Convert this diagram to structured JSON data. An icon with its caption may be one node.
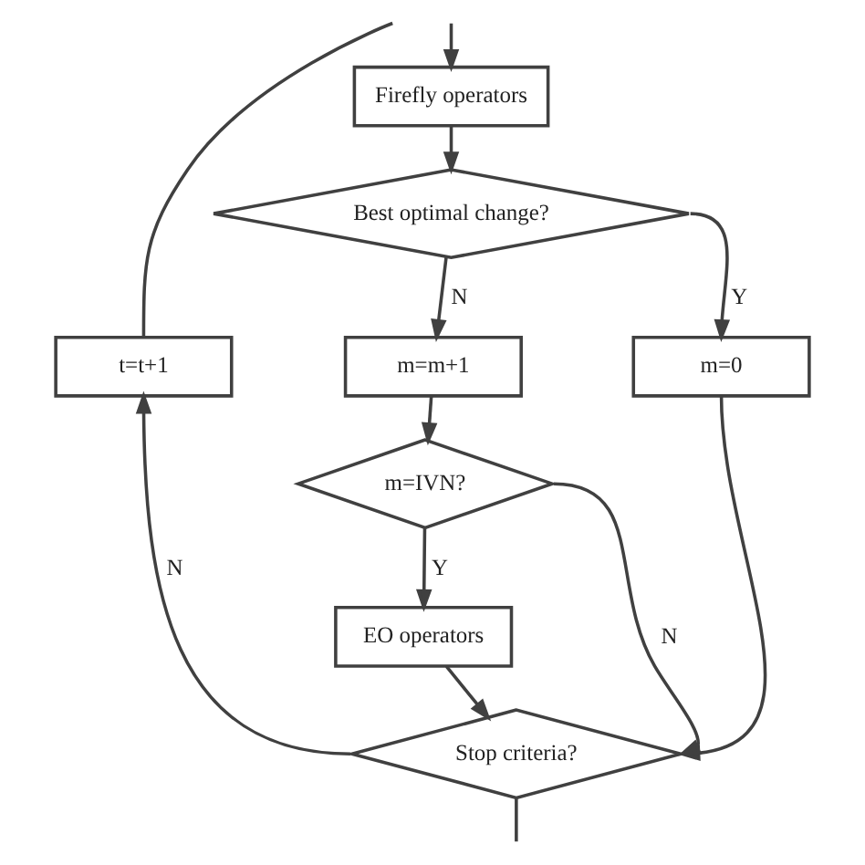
{
  "diagram": {
    "nodes": [
      {
        "text": [
          "Firefly operators"
        ]
      },
      {
        "text": [
          "Best optimal change?"
        ]
      },
      {
        "text": [
          "t=t+1"
        ]
      },
      {
        "text": [
          "m=m+1"
        ]
      },
      {
        "text": [
          "m=0"
        ]
      },
      {
        "text": [
          "m=IVN?"
        ]
      },
      {
        "text": [
          "EO operators"
        ]
      },
      {
        "text": [
          "Stop criteria?"
        ]
      }
    ],
    "edges": [
      {
        "from": null,
        "to": 0,
        "arrow": "to"
      },
      {
        "from": 0,
        "to": 1,
        "arrow": "to"
      },
      {
        "from": 1,
        "to": 4,
        "label": "Y",
        "arrow": "to"
      },
      {
        "from": 1,
        "to": 3,
        "label": "N",
        "arrow": "to"
      },
      {
        "from": 3,
        "to": 5,
        "arrow": "to"
      },
      {
        "from": 5,
        "to": 6,
        "label": "Y",
        "arrow": "to"
      },
      {
        "from": 5,
        "to": 7,
        "label": "N",
        "arrow": "to"
      },
      {
        "from": 4,
        "to": 7,
        "arrow": "to"
      },
      {
        "from": 6,
        "to": 7,
        "arrow": "to"
      },
      {
        "from": 7,
        "to": 2,
        "label": "N",
        "arrow": "to"
      },
      {
        "from": 2,
        "to": null,
        "arrow": "none"
      },
      {
        "from": 7,
        "to": null,
        "arrow": "none"
      }
    ]
  }
}
